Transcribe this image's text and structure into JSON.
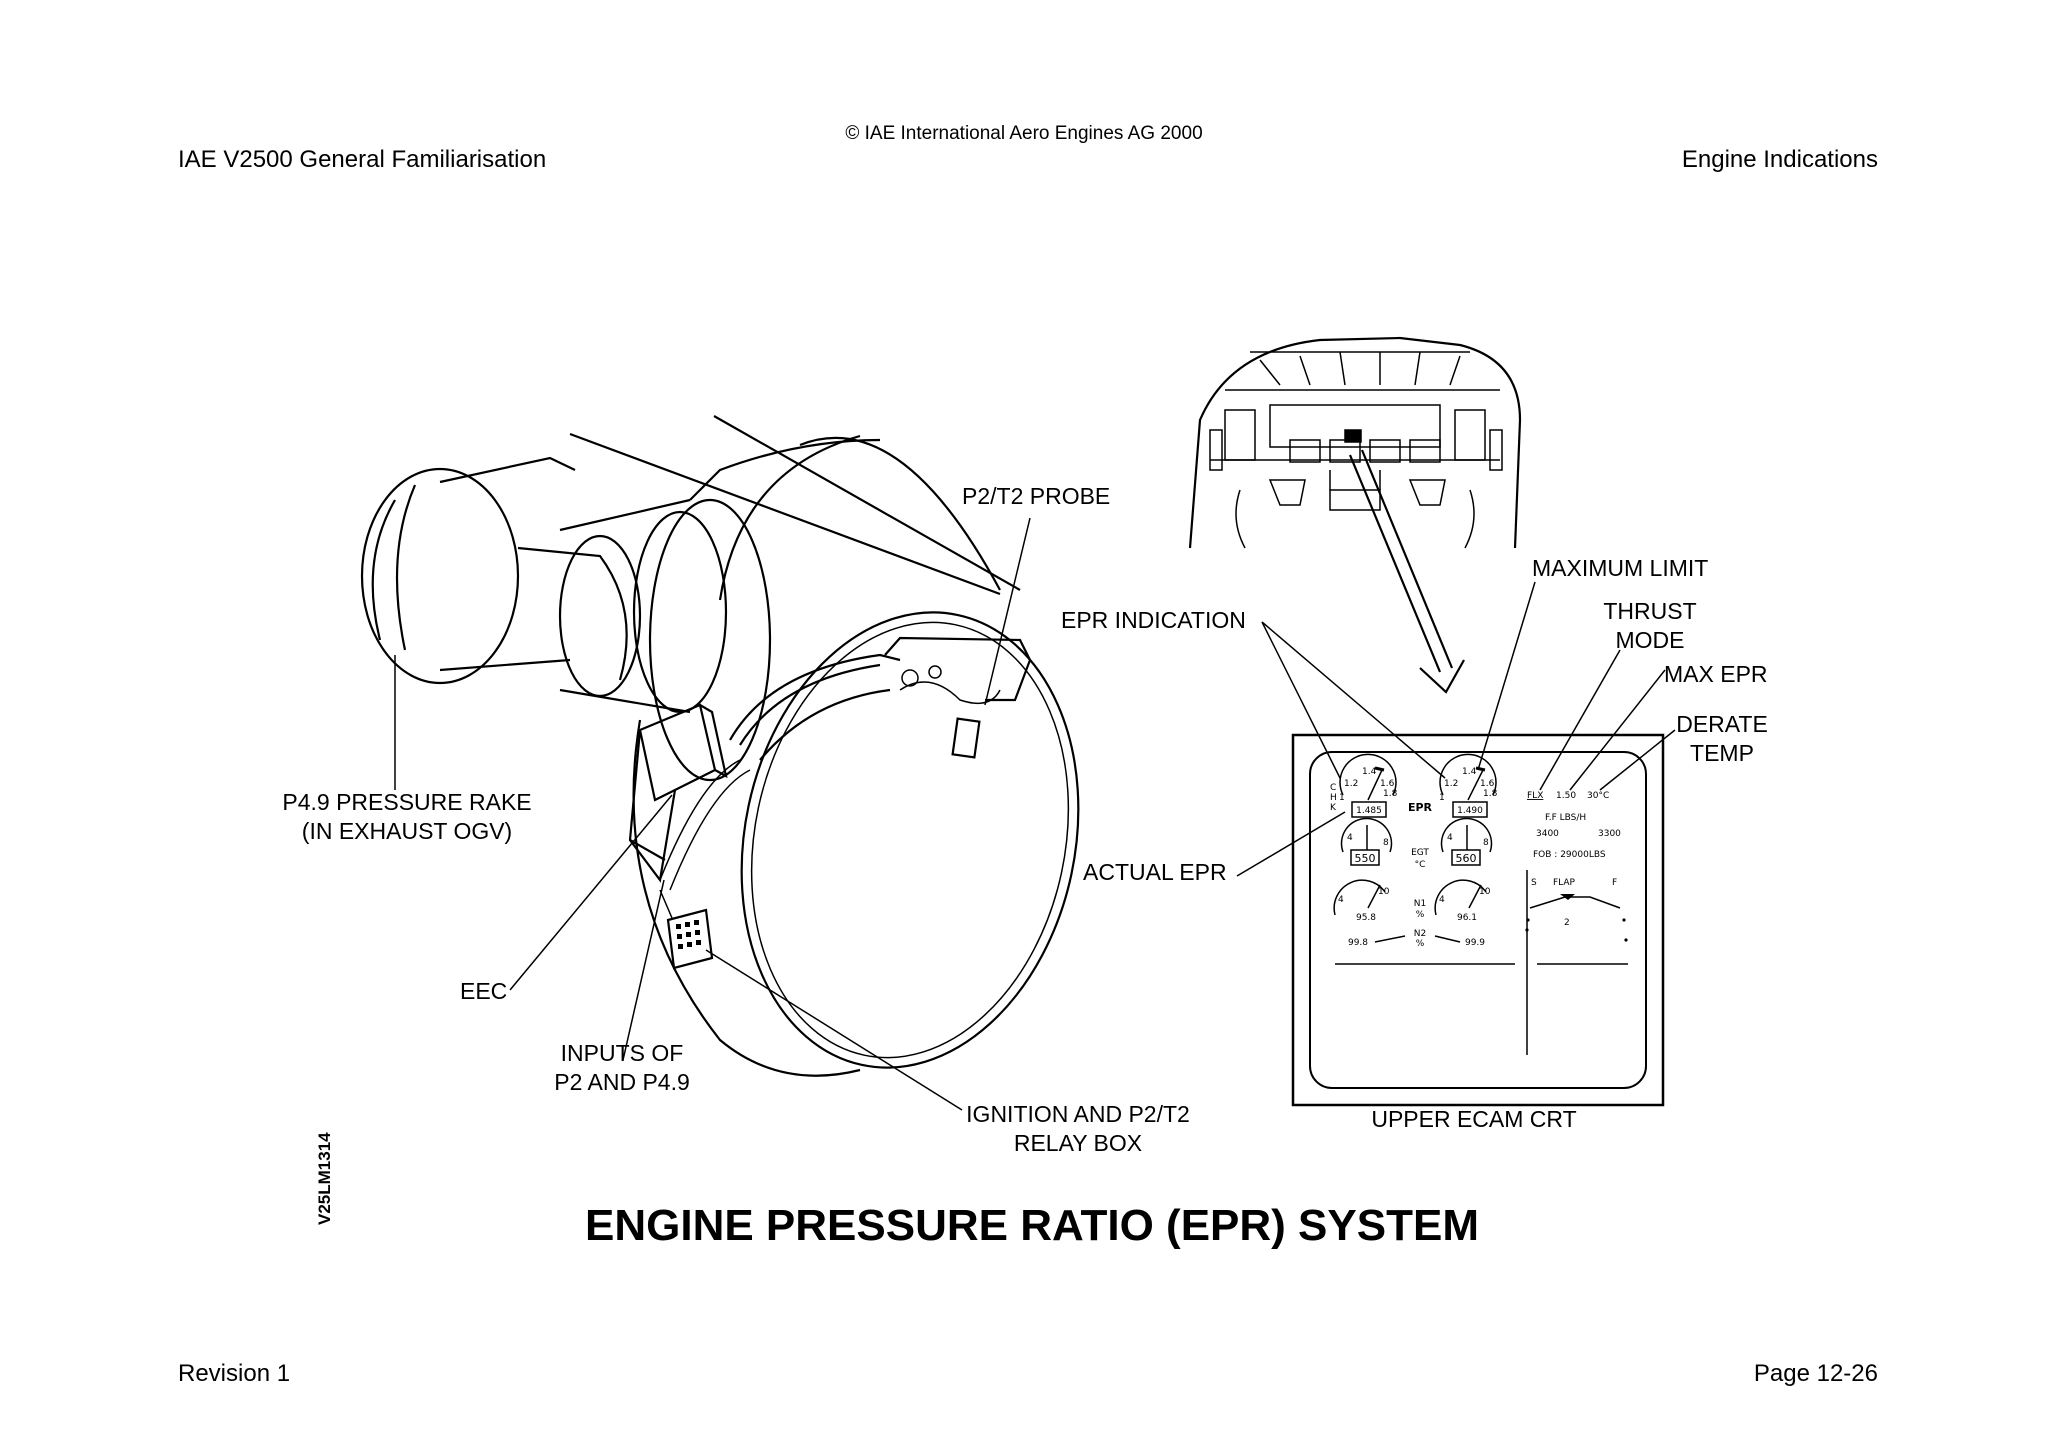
{
  "header": {
    "left": "IAE V2500 General Familiarisation",
    "center": "© IAE International Aero Engines AG 2000",
    "right": "Engine Indications"
  },
  "footer": {
    "left": "Revision 1",
    "right": "Page 12-26"
  },
  "figure": {
    "title": "ENGINE PRESSURE RATIO (EPR) SYSTEM",
    "number": "V25LM1314",
    "callouts": {
      "p2t2_probe": "P2/T2 PROBE",
      "p49_line1": "P4.9 PRESSURE RAKE",
      "p49_line2": "(IN EXHAUST OGV)",
      "eec": "EEC",
      "inputs_line1": "INPUTS OF",
      "inputs_line2": "P2 AND P4.9",
      "ignition_line1": "IGNITION AND P2/T2",
      "ignition_line2": "RELAY BOX",
      "epr_indication": "EPR INDICATION",
      "maximum_limit": "MAXIMUM LIMIT",
      "thrust_mode_line1": "THRUST",
      "thrust_mode_line2": "MODE",
      "max_epr": "MAX EPR",
      "derate_line1": "DERATE",
      "derate_line2": "TEMP",
      "actual_epr": "ACTUAL EPR",
      "upper_ecam": "UPPER ECAM CRT"
    },
    "ecam": {
      "epr_label": "EPR",
      "chk_c": "C",
      "chk_h": "H",
      "chk_k": "K",
      "epr_left_value": "1.485",
      "epr_right_value": "1.490",
      "egt_label": "EGT",
      "egt_unit": "°C",
      "egt_left_value": "550",
      "egt_right_value": "560",
      "n1_label": "N1",
      "n1_unit": "%",
      "n1_left_value": "95.8",
      "n1_right_value": "96.1",
      "n2_label": "N2",
      "n2_unit": "%",
      "n2_left_value": "99.8",
      "n2_right_value": "99.9",
      "thrust_mode": "FLX",
      "max_epr_value": "1.50",
      "derate_temp": "30°C",
      "ff_label": "F.F LBS/H",
      "ff_left": "3400",
      "ff_right": "3300",
      "fob": "FOB : 29000LBS",
      "flap_s": "S",
      "flap_label": "FLAP",
      "flap_f": "F",
      "flap_position": "2",
      "scale_1": "1",
      "scale_12": "1.2",
      "scale_14": "1.4",
      "scale_16": "1.6",
      "scale_18": "1.8",
      "egt_4": "4",
      "egt_8": "8",
      "n1_4": "4",
      "n1_10": "10"
    }
  }
}
